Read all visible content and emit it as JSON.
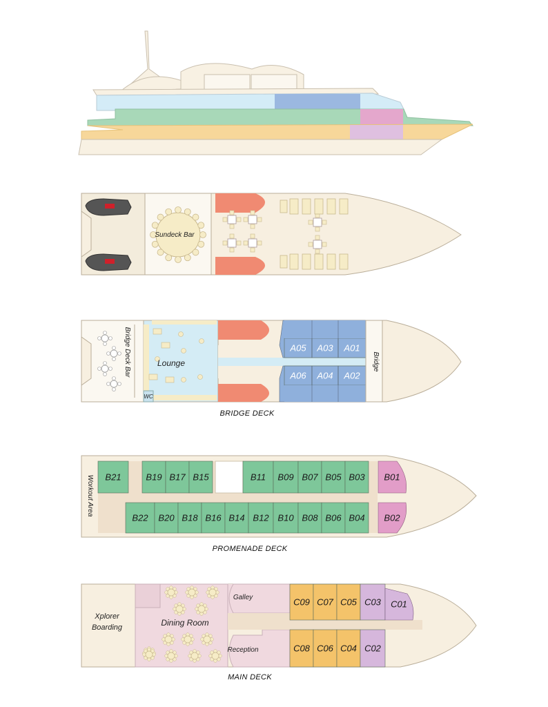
{
  "colors": {
    "hull": "#f8f1e3",
    "outline": "#b9ad98",
    "lounge": "#d4ecf5",
    "a_cabin": "#8fb0dc",
    "b_cabin": "#7ec79a",
    "b_suite": "#e29dc8",
    "c_cabin": "#f4c36a",
    "c_suite": "#d6b7dc",
    "dining": "#f0d9df",
    "corridor": "#efe0cc",
    "sundeck_hull": "#f7efe0",
    "tender": "#f08a72",
    "sofa": "#f6ecc7",
    "profile_blue": "#d4ecf7",
    "profile_green": "#a8d8b8",
    "profile_orange": "#f7d79a"
  },
  "decks": {
    "sundeck": {
      "bar_label": "Sundeck Bar"
    },
    "bridge": {
      "title": "BRIDGE DECK",
      "bar_label": "Bridge Deck Bar",
      "lounge_label": "Lounge",
      "wc_label": "WC",
      "bridge_label": "Bridge",
      "cabins_top": [
        "A05",
        "A03",
        "A01"
      ],
      "cabins_bottom": [
        "A06",
        "A04",
        "A02"
      ]
    },
    "promenade": {
      "title": "PROMENADE DECK",
      "workout_label": "Workout Area",
      "cabins_top_left": [
        "B21"
      ],
      "cabins_top_mid": [
        "B19",
        "B17",
        "B15"
      ],
      "cabins_top_right": [
        "B11",
        "B09",
        "B07",
        "B05",
        "B03"
      ],
      "cabins_bottom": [
        "B22",
        "B20",
        "B18",
        "B16",
        "B14",
        "B12",
        "B10",
        "B08",
        "B06",
        "B04"
      ],
      "suites": [
        "B01",
        "B02"
      ]
    },
    "main": {
      "title": "MAIN DECK",
      "boarding_label_1": "Xplorer",
      "boarding_label_2": "Boarding",
      "dining_label": "Dining Room",
      "galley_label": "Galley",
      "reception_label": "Reception",
      "cabins_top": [
        "C09",
        "C07",
        "C05"
      ],
      "cabins_bottom": [
        "C08",
        "C06",
        "C04"
      ],
      "suites_top": [
        "C03",
        "C01"
      ],
      "suites_bottom": [
        "C02"
      ]
    }
  }
}
